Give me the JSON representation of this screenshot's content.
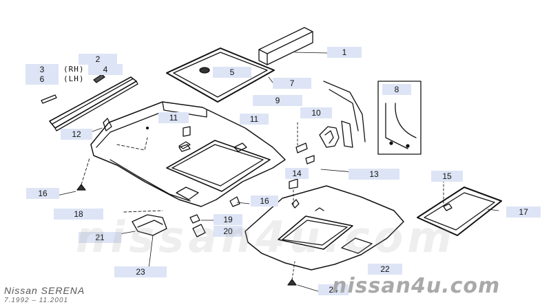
{
  "diagram": {
    "callouts": [
      {
        "id": "callout-1",
        "text": "1"
      },
      {
        "id": "callout-2",
        "text": "2"
      },
      {
        "id": "callout-3",
        "text": "3"
      },
      {
        "id": "callout-4",
        "text": "4"
      },
      {
        "id": "callout-5",
        "text": "5"
      },
      {
        "id": "callout-6",
        "text": "6"
      },
      {
        "id": "callout-7",
        "text": "7"
      },
      {
        "id": "callout-8",
        "text": "8"
      },
      {
        "id": "callout-9",
        "text": "9"
      },
      {
        "id": "callout-10",
        "text": "10"
      },
      {
        "id": "callout-11a",
        "text": "11"
      },
      {
        "id": "callout-11b",
        "text": "11"
      },
      {
        "id": "callout-12",
        "text": "12"
      },
      {
        "id": "callout-13",
        "text": "13"
      },
      {
        "id": "callout-14",
        "text": "14"
      },
      {
        "id": "callout-15",
        "text": "15"
      },
      {
        "id": "callout-16a",
        "text": "16"
      },
      {
        "id": "callout-16b",
        "text": "16"
      },
      {
        "id": "callout-17",
        "text": "17"
      },
      {
        "id": "callout-18",
        "text": "18"
      },
      {
        "id": "callout-19",
        "text": "19"
      },
      {
        "id": "callout-20",
        "text": "20"
      },
      {
        "id": "callout-21",
        "text": "21"
      },
      {
        "id": "callout-22",
        "text": "22"
      },
      {
        "id": "callout-23",
        "text": "23"
      },
      {
        "id": "callout-24",
        "text": "24"
      }
    ],
    "side_rh": "(RH)",
    "side_lh": "(LH)"
  },
  "footer": {
    "model": "Nissan SERENA",
    "years": "7.1992 – 11.2001"
  },
  "watermark": {
    "background": "nissan4u.com",
    "foreground": "nissan4u.com"
  },
  "colors": {
    "callout_bg": "#dde4f5",
    "line": "#111111",
    "watermark": "#a9a9a9"
  }
}
